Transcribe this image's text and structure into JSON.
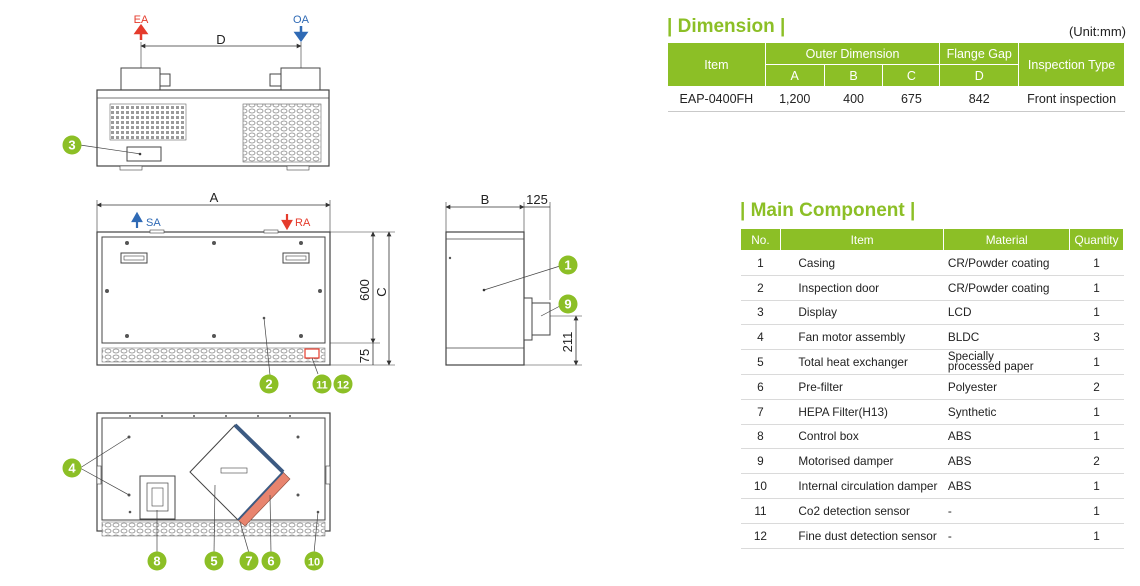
{
  "drawing": {
    "top_view": {
      "ea_label": "EA",
      "oa_label": "OA",
      "d_label": "D"
    },
    "front_view": {
      "a_label": "A",
      "sa_label": "SA",
      "ra_label": "RA",
      "dim_600": "600",
      "dim_c": "C",
      "dim_75": "75"
    },
    "side_view": {
      "b_label": "B",
      "dim_125": "125",
      "dim_211": "211"
    },
    "callouts": [
      "1",
      "2",
      "3",
      "4",
      "5",
      "6",
      "7",
      "8",
      "9",
      "10",
      "11",
      "12"
    ]
  },
  "colors": {
    "accent": "#8cbf26",
    "ea_red": "#e53b2c",
    "oa_blue": "#2f6ab5",
    "hepa_pink": "#e8846e",
    "filter_blue": "#3c5a82"
  },
  "dimension": {
    "title": "| Dimension |",
    "unit": "(Unit:mm)",
    "headers": {
      "item": "Item",
      "outer": "Outer Dimension",
      "flange": "Flange Gap",
      "inspection": "Inspection Type",
      "a": "A",
      "b": "B",
      "c": "C",
      "d": "D"
    },
    "row": {
      "item": "EAP-0400FH",
      "a": "1,200",
      "b": "400",
      "c": "675",
      "d": "842",
      "inspection": "Front inspection"
    }
  },
  "components": {
    "title": "| Main Component |",
    "headers": {
      "no": "No.",
      "item": "Item",
      "material": "Material",
      "quantity": "Quantity"
    },
    "rows": [
      {
        "no": "1",
        "item": "Casing",
        "material": "CR/Powder coating",
        "quantity": "1"
      },
      {
        "no": "2",
        "item": "Inspection door",
        "material": "CR/Powder coating",
        "quantity": "1"
      },
      {
        "no": "3",
        "item": "Display",
        "material": "LCD",
        "quantity": "1"
      },
      {
        "no": "4",
        "item": "Fan motor assembly",
        "material": "BLDC",
        "quantity": "3"
      },
      {
        "no": "5",
        "item": "Total heat exchanger",
        "material_line1": "Specially",
        "material_line2": "processed paper",
        "quantity": "1"
      },
      {
        "no": "6",
        "item": "Pre-filter",
        "material": "Polyester",
        "quantity": "2"
      },
      {
        "no": "7",
        "item": "HEPA Filter(H13)",
        "material": "Synthetic",
        "quantity": "1"
      },
      {
        "no": "8",
        "item": "Control box",
        "material": "ABS",
        "quantity": "1"
      },
      {
        "no": "9",
        "item": "Motorised damper",
        "material": "ABS",
        "quantity": "2"
      },
      {
        "no": "10",
        "item": "Internal circulation damper",
        "material": "ABS",
        "quantity": "1"
      },
      {
        "no": "11",
        "item": "Co2 detection sensor",
        "material": "-",
        "quantity": "1"
      },
      {
        "no": "12",
        "item": "Fine dust detection sensor",
        "material": "-",
        "quantity": "1"
      }
    ]
  }
}
